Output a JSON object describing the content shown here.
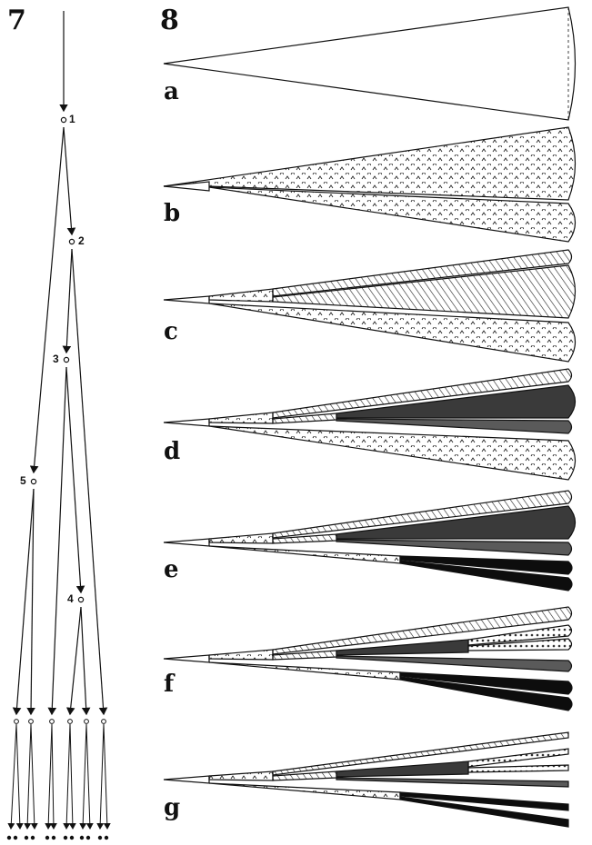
{
  "figures": {
    "fig7_label": "7",
    "fig8_label": "8"
  },
  "tree": {
    "node_labels": [
      "1",
      "2",
      "3",
      "4",
      "5"
    ]
  },
  "panels": [
    {
      "label": "a"
    },
    {
      "label": "b"
    },
    {
      "label": "c"
    },
    {
      "label": "d"
    },
    {
      "label": "e"
    },
    {
      "label": "f"
    },
    {
      "label": "g"
    }
  ],
  "colors": {
    "ink": "#111111",
    "dark_fill": "#3a3a3a",
    "black_fill": "#0d0d0d",
    "hatch": "#222222"
  }
}
